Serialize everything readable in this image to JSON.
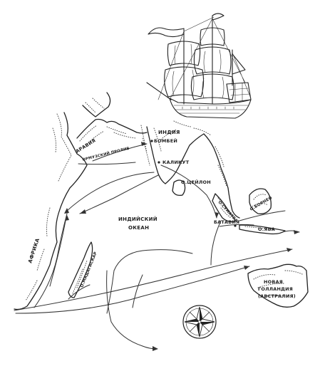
{
  "labels": {
    "arabia": "АРАВИЯ",
    "arabia_sub": "ОРМУЗСКИЙ ПРОЛИВ",
    "india": "ИНДИЯ",
    "bombay": "БОМБЕЙ",
    "calicut": "КАЛИКУТ",
    "ceylon": "О.ЦЕЙЛОН",
    "indian_ocean_1": "ИНДИЙСКИЙ",
    "indian_ocean_2": "ОКЕАН",
    "africa": "АФРИКА",
    "madagascar": "О.МАДАГАСКАР",
    "borneo": "О.БОРНЕО",
    "sumatra": "О.СУМАТРА",
    "batavia": "БАТАВИЯ",
    "java": "О.ЯВА",
    "new_holland_1": "НОВАЯ",
    "new_holland_2": "ГОЛЛАНДИЯ",
    "new_holland_3": "(АВСТРАЛИЯ)"
  },
  "icons": {
    "ship": "sailing-ship-icon",
    "compass": "compass-rose-icon"
  },
  "colors": {
    "ink": "#222222",
    "paper": "#ffffff"
  }
}
